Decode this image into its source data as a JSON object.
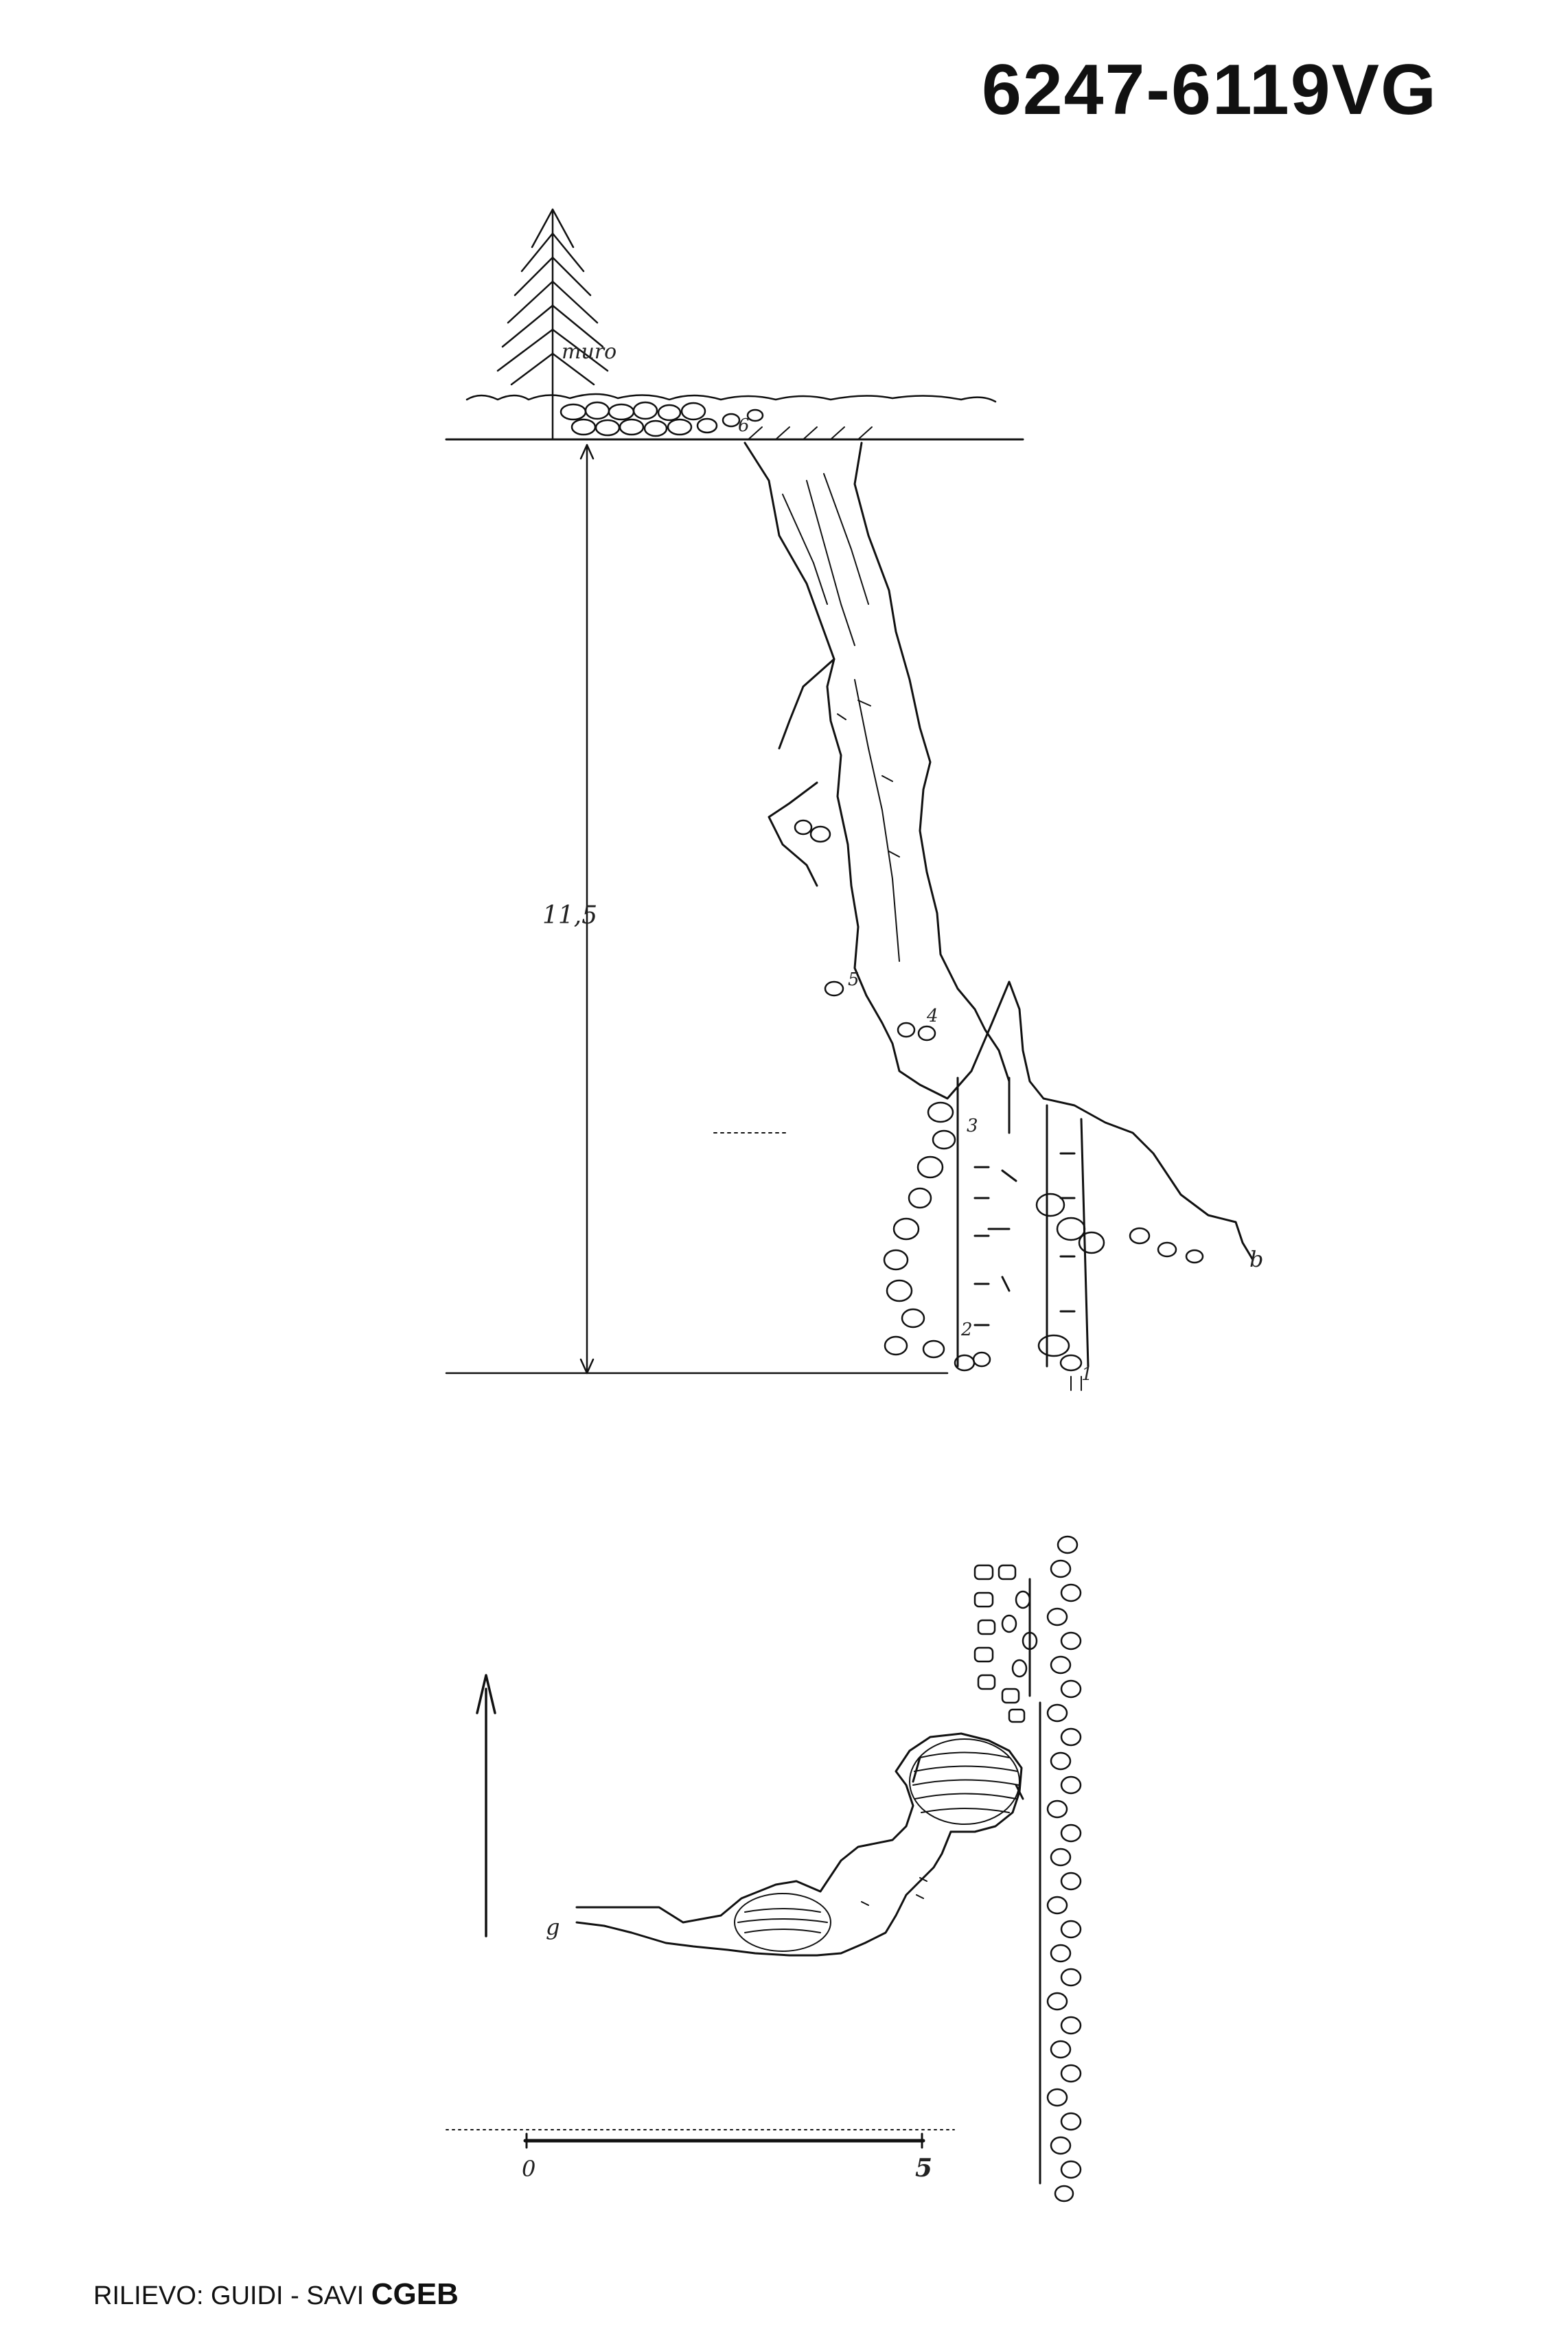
{
  "header": {
    "code": "6247-6119VG"
  },
  "section": {
    "wall_label": "muro",
    "depth_label": "11,5",
    "point_labels": [
      "1",
      "2",
      "3",
      "4",
      "5",
      "6"
    ],
    "end_label": "b"
  },
  "plan": {
    "scale_start": "0",
    "scale_end": "5",
    "end_label": "g"
  },
  "footer": {
    "credit": "RILIEVO: GUIDI - SAVI",
    "organization": "CGEB"
  }
}
